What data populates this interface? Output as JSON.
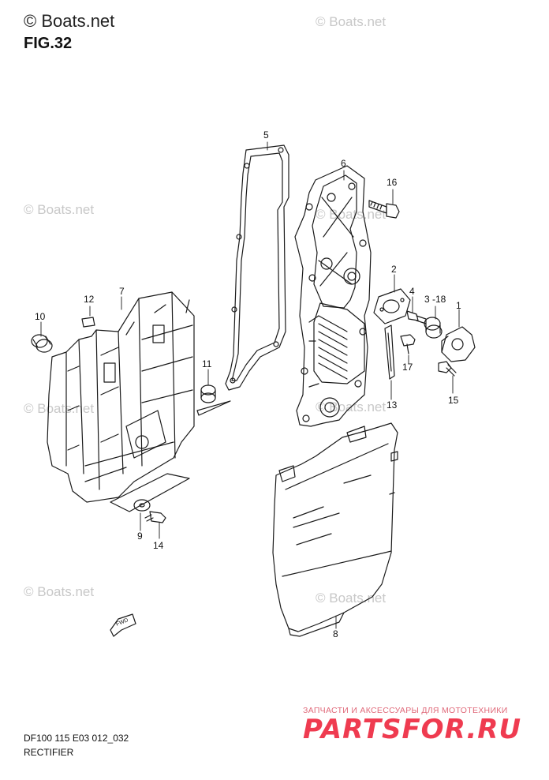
{
  "brand": {
    "text": "© Boats.net"
  },
  "figure": {
    "label": "FIG.32"
  },
  "watermark": {
    "text": "© Boats.net"
  },
  "callouts": {
    "p1": "1",
    "p2": "2",
    "p3_18": "3 -18",
    "p4": "4",
    "p5": "5",
    "p6": "6",
    "p7": "7",
    "p8": "8",
    "p9": "9",
    "p10": "10",
    "p11": "11",
    "p12": "12",
    "p13": "13",
    "p14": "14",
    "p15": "15",
    "p16": "16",
    "p17": "17"
  },
  "fwd": {
    "text": "FWD"
  },
  "footer": {
    "code": "DF100 115 E03 012_032",
    "title": "RECTIFIER"
  },
  "shop": {
    "tagline": "ЗАПЧАСТИ И АКСЕССУАРЫ ДЛЯ МОТОТЕХНИКИ",
    "logo": "PARTSFOR.RU"
  },
  "colors": {
    "line": "#1a1a1a",
    "watermark": "#c8c8c8",
    "shop_red": "#ef3b50"
  }
}
